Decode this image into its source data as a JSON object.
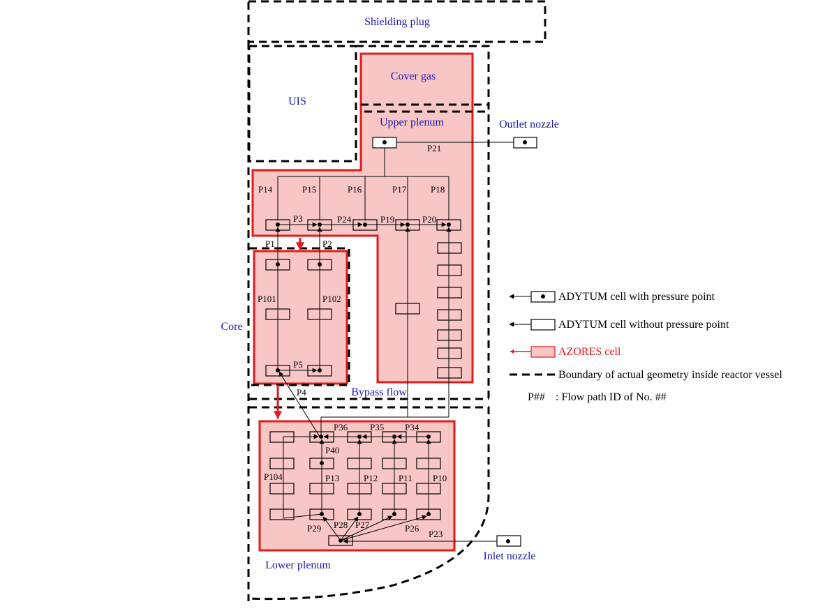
{
  "regions": {
    "shielding_plug": "Shielding  plug",
    "cover_gas": "Cover gas",
    "uis": "UIS",
    "upper_plenum": "Upper plenum",
    "outlet_nozzle": "Outlet nozzle",
    "core": "Core",
    "bypass_flow": "Bypass flow",
    "lower_plenum": "Lower plenum",
    "inlet_nozzle": "Inlet nozzle"
  },
  "flow_paths": {
    "p1": "P1",
    "p2": "P2",
    "p3": "P3",
    "p4": "P4",
    "p5": "P5",
    "p10": "P10",
    "p11": "P11",
    "p12": "P12",
    "p13": "P13",
    "p14": "P14",
    "p15": "P15",
    "p16": "P16",
    "p17": "P17",
    "p18": "P18",
    "p19": "P19",
    "p20": "P20",
    "p21": "P21",
    "p23": "P23",
    "p24": "P24",
    "p26": "P26",
    "p27": "P27",
    "p28": "P28",
    "p29": "P29",
    "p34": "P34",
    "p35": "P35",
    "p36": "P36",
    "p40": "P40",
    "p101": "P101",
    "p102": "P102",
    "p104": "P104"
  },
  "legend": {
    "adytum_pressure": "ADYTUM cell with pressure point",
    "adytum_no_pressure": "ADYTUM cell without pressure point",
    "azores": "AZORES cell",
    "boundary": "Boundary of actual geometry inside reactor vessel",
    "flow_path_prefix": "P##",
    "flow_path_desc": ":  Flow path ID of No. ##"
  },
  "colors": {
    "azores_fill": "#f9c6c6",
    "azores_stroke": "#e21b1b",
    "region_label": "#1a1ab4"
  }
}
